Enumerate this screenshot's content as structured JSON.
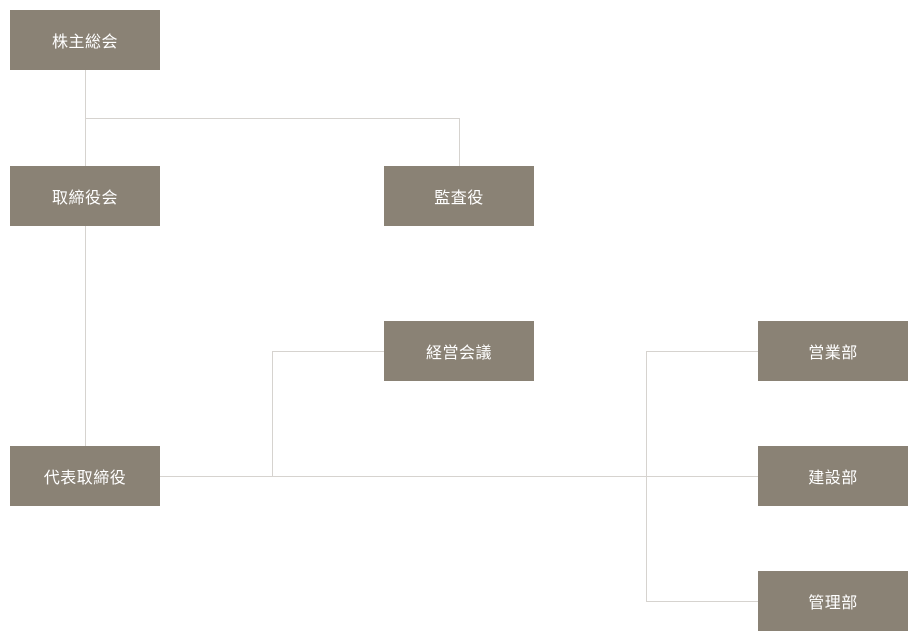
{
  "nodes": {
    "shareholders_meeting": "株主総会",
    "board_of_directors": "取締役会",
    "auditor": "監査役",
    "management_meeting": "経営会議",
    "representative_director": "代表取締役",
    "sales_department": "営業部",
    "construction_department": "建設部",
    "administration_department": "管理部"
  },
  "colors": {
    "box": "#8a8275",
    "text": "#ffffff",
    "line": "#d6d3cf"
  }
}
